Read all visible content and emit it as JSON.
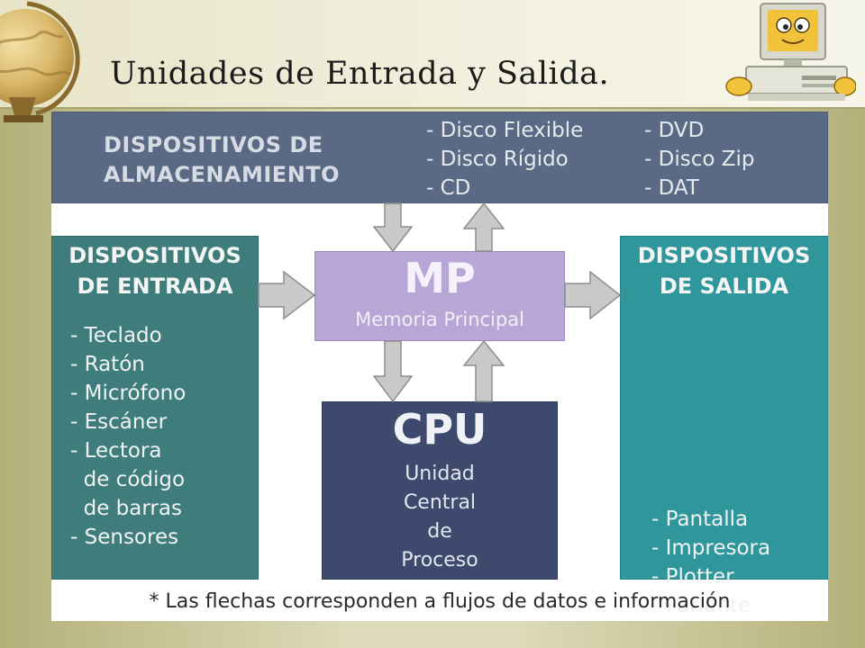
{
  "slide": {
    "title": "Unidades de Entrada y Salida."
  },
  "colors": {
    "storage": "#5a6a85",
    "input": "#3f7d7c",
    "output": "#2f979c",
    "memory": "#b8a6d6",
    "cpu": "#3d4a6d",
    "arrow": "#c9c9c9"
  },
  "icons": [
    "globe-icon",
    "computer-mascot-icon"
  ],
  "diagram": {
    "storage": {
      "title": "DISPOSITIVOS DE\nALMACENAMIENTO",
      "column1": [
        "- Disco Flexible",
        "- Disco Rígido",
        "- CD"
      ],
      "column2": [
        "- DVD",
        "- Disco Zip",
        "- DAT"
      ]
    },
    "input": {
      "title": "DISPOSITIVOS\nDE ENTRADA",
      "items": [
        "- Teclado",
        "- Ratón",
        "- Micrófono",
        "- Escáner",
        "- Lectora",
        "  de código",
        "  de barras",
        "- Sensores"
      ]
    },
    "memory": {
      "title": "MP",
      "subtitle": "Memoria Principal"
    },
    "output": {
      "title": "DISPOSITIVOS\nDE SALIDA",
      "items": [
        "- Pantalla",
        "- Impresora",
        "- Plotter",
        "- Parlante"
      ]
    },
    "cpu": {
      "title": "CPU",
      "subtitle": "Unidad\nCentral\nde\nProceso"
    },
    "footnote": "* Las flechas corresponden a flujos de datos e información"
  }
}
